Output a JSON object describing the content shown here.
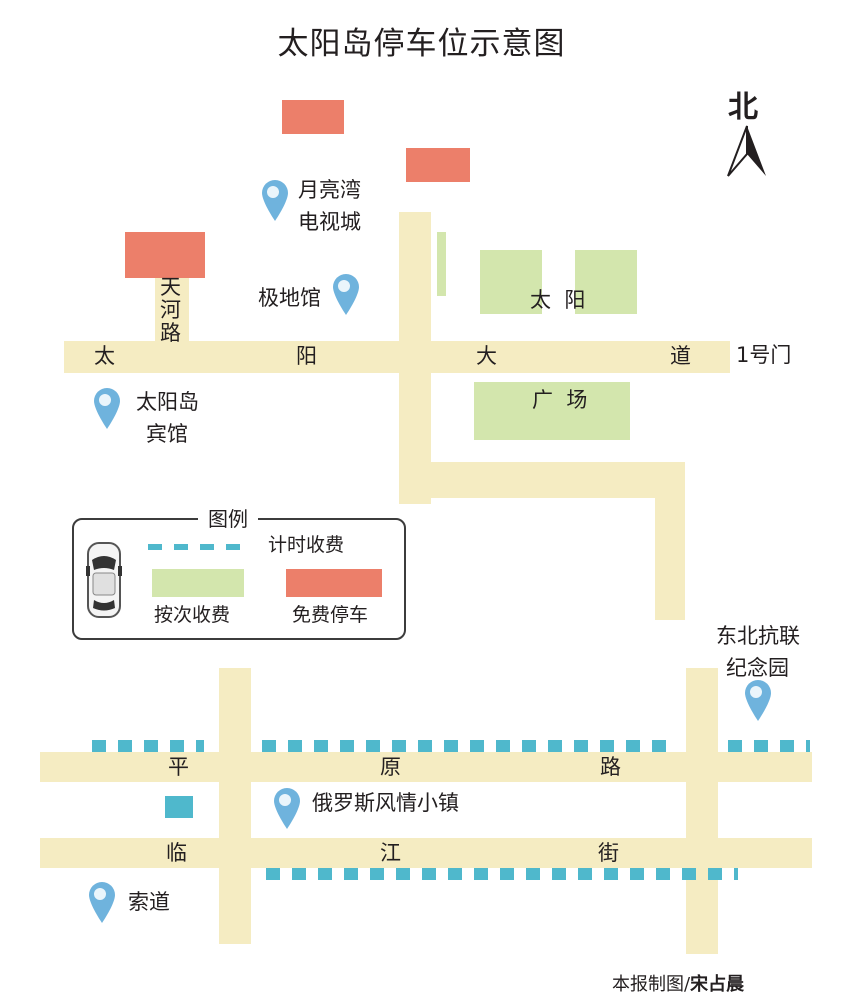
{
  "title": "太阳岛停车位示意图",
  "north_label": "北",
  "roads": {
    "taiyang_avenue": [
      "太",
      "阳",
      "大",
      "道"
    ],
    "tianhe_road": "天\n河\n路",
    "pingyuan_road": [
      "平",
      "原",
      "路"
    ],
    "linjiang_street": [
      "临",
      "江",
      "街"
    ]
  },
  "gate_label": "1号门",
  "plaza_labels": {
    "top": "太  阳",
    "bottom": "广  场"
  },
  "places": {
    "moon_bay_line1": "月亮湾",
    "moon_bay_line2": "电视城",
    "polar_hall": "极地馆",
    "hotel_line1": "太阳岛",
    "hotel_line2": "宾馆",
    "memorial_line1": "东北抗联",
    "memorial_line2": "纪念园",
    "russian_town": "俄罗斯风情小镇",
    "cableway": "索道"
  },
  "legend": {
    "title": "图例",
    "timed": "计时收费",
    "per_entry": "按次收费",
    "free": "免费停车",
    "icons": [
      "car-icon"
    ]
  },
  "credit": {
    "prefix": "本报制图/",
    "author": "宋占晨"
  },
  "colors": {
    "road": "#f5ecc2",
    "per_entry_parking": "#d3e6ad",
    "free_parking": "#ec7f6a",
    "timed_parking": "#4fb8cc",
    "pin": "#6fb3dd"
  }
}
